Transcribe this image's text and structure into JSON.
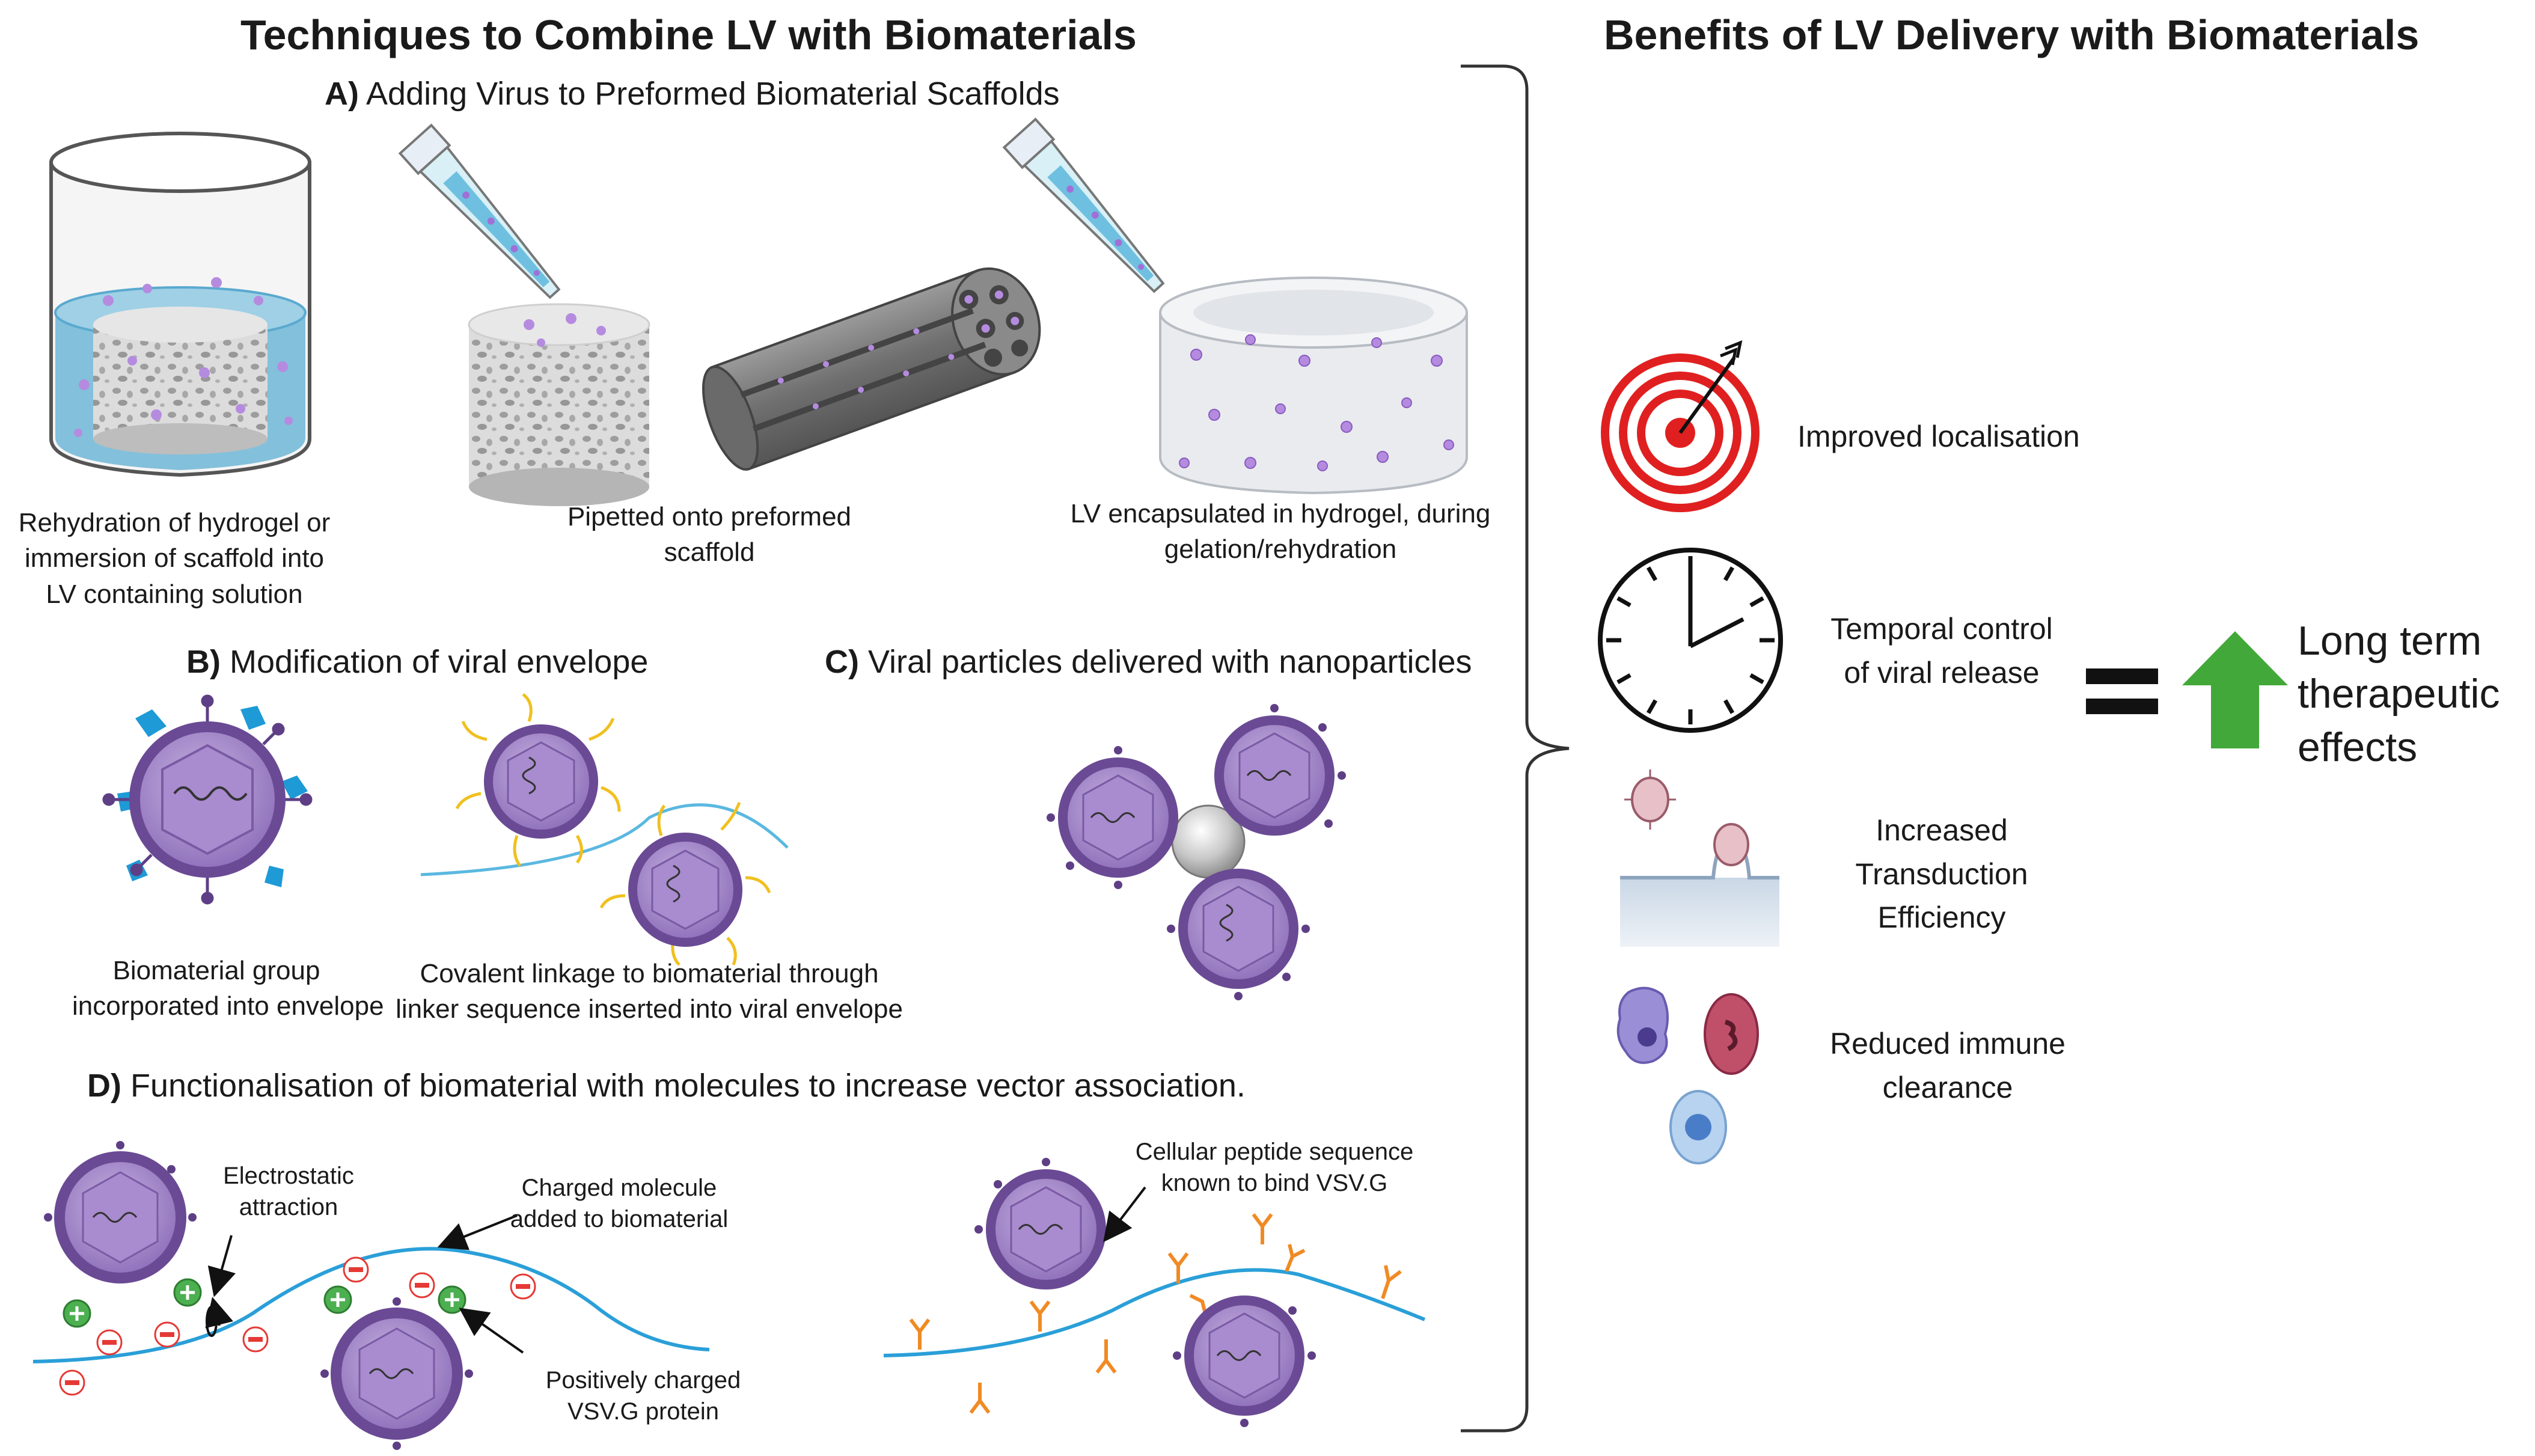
{
  "titles": {
    "left": "Techniques to Combine LV with Biomaterials",
    "right": "Benefits of LV Delivery with Biomaterials"
  },
  "sections": {
    "a": {
      "letter": "A)",
      "text": "Adding Virus to Preformed Biomaterial Scaffolds"
    },
    "b": {
      "letter": "B)",
      "text": "Modification of viral envelope"
    },
    "c": {
      "letter": "C)",
      "text": "Viral particles delivered with nanoparticles"
    },
    "d": {
      "letter": "D)",
      "text": "Functionalisation of biomaterial with molecules to increase vector association."
    }
  },
  "captions": {
    "a1": [
      "Rehydration of hydrogel or",
      "immersion of scaffold into",
      "LV containing solution"
    ],
    "a2": [
      "Pipetted onto preformed",
      "scaffold"
    ],
    "a3": [
      "LV encapsulated in hydrogel, during",
      "gelation/rehydration"
    ],
    "b1": [
      "Biomaterial group",
      "incorporated into envelope"
    ],
    "b2": [
      "Covalent linkage to biomaterial through",
      "linker sequence inserted into  viral envelope"
    ]
  },
  "labels": {
    "electrostatic": [
      "Electrostatic",
      "attraction"
    ],
    "charged_molecule": [
      "Charged molecule",
      "added to biomaterial"
    ],
    "vsvg_protein": [
      "Positively charged",
      "VSV.G protein"
    ],
    "peptide": [
      "Cellular peptide sequence",
      "known to bind VSV.G"
    ]
  },
  "benefits": [
    {
      "lines": [
        "Improved localisation"
      ],
      "icon": "target-icon"
    },
    {
      "lines": [
        "Temporal control",
        "of  viral release"
      ],
      "icon": "clock-icon"
    },
    {
      "lines": [
        "Increased",
        "Transduction",
        "Efficiency"
      ],
      "icon": "cell-membrane-icon"
    },
    {
      "lines": [
        "Reduced immune",
        "clearance"
      ],
      "icon": "immune-cells-icon"
    }
  ],
  "outcome": {
    "lines": [
      "Long term",
      "therapeutic",
      "effects"
    ]
  },
  "colors": {
    "virus_purple": "#9b7bc2",
    "virus_dark": "#5e3f86",
    "hydrogel_blue": "#5aa9cf",
    "attachment_blue": "#1e9ad6",
    "linker_yellow": "#f0c020",
    "peptide_orange": "#f08a24",
    "biomaterial_line": "#2a9fd8",
    "positive_green": "#4caf50",
    "negative_red": "#e53935",
    "target_red": "#e02020",
    "arrow_green": "#43a83a",
    "bracket": "#333333"
  }
}
